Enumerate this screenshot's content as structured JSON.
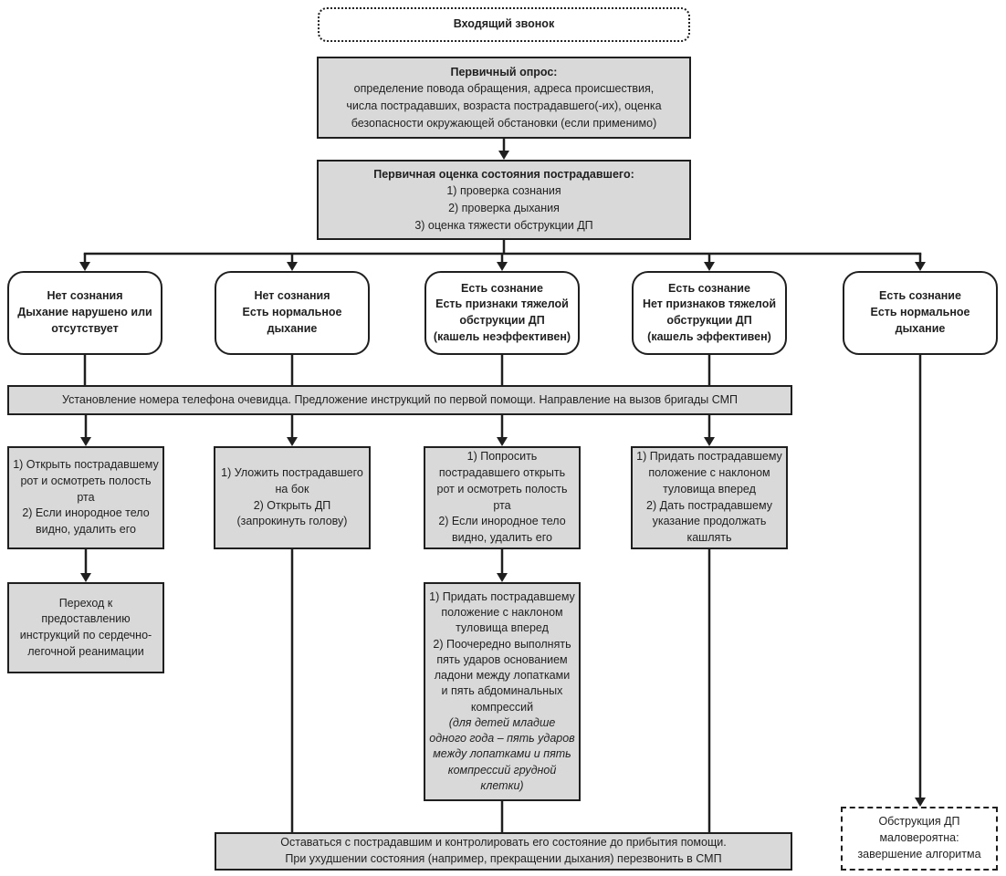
{
  "colors": {
    "box_fill": "#d9d9d9",
    "box_border": "#1f1f1f",
    "line": "#1f1f1f",
    "background": "#ffffff",
    "text": "#1f1f1f"
  },
  "nodes": {
    "start": {
      "label": "Входящий звонок"
    },
    "survey": {
      "title": "Первичный опрос:",
      "body": "определение повода обращения, адреса происшествия,\nчисла пострадавших, возраста пострадавшего(-их), оценка\nбезопасности окружающей обстановки (если применимо)"
    },
    "assessment": {
      "title": "Первичная оценка состояния пострадавшего:",
      "items": [
        "1) проверка сознания",
        "2) проверка дыхания",
        "3) оценка тяжести обструкции ДП"
      ]
    },
    "branch1": {
      "label": "Нет сознания\nДыхание нарушено или\nотсутствует"
    },
    "branch2": {
      "label": "Нет сознания\nЕсть нормальное\nдыхание"
    },
    "branch3": {
      "label": "Есть сознание\nЕсть признаки тяжелой\nобструкции ДП\n(кашель неэффективен)"
    },
    "branch4": {
      "label": "Есть сознание\nНет признаков тяжелой\nобструкции ДП\n(кашель эффективен)"
    },
    "branch5": {
      "label": "Есть сознание\nЕсть нормальное\nдыхание"
    },
    "dispatch_bar": {
      "label": "Установление номера телефона очевидца. Предложение инструкций по первой помощи. Направление на вызов бригады СМП"
    },
    "action1": {
      "label": "1) Открыть пострадавшему\nрот и осмотреть полость\nрта\n2) Если инородное тело\nвидно, удалить его"
    },
    "action2": {
      "label": "1) Уложить пострадавшего\nна бок\n2) Открыть ДП\n(запрокинуть голову)"
    },
    "action3": {
      "label": "1) Попросить\nпострадавшего открыть\nрот и осмотреть полость\nрта\n2) Если инородное тело\nвидно, удалить его"
    },
    "action4": {
      "label": "1) Придать пострадавшему\nположение с наклоном\nтуловища вперед\n2) Дать пострадавшему\nуказание продолжать\nкашлять"
    },
    "cpr": {
      "label": "Переход к\nпредоставлению\nинструкций по сердечно-\nлегочной реанимации"
    },
    "maneuvers": {
      "steps": "1) Придать пострадавшему\nположение с наклоном\nтуловища вперед\n2) Поочередно выполнять\nпять ударов основанием\nладони между лопатками\nи пять абдоминальных\nкомпрессий",
      "note": "(для детей младше\nодного года – пять ударов\nмежду лопатками и пять\nкомпрессий грудной\nклетки)"
    },
    "monitor_bar": {
      "label": "Оставаться с пострадавшим и контролировать его состояние до прибытия помощи.\nПри ухудшении состояния (например, прекращении дыхания) перезвонить в СМП"
    },
    "end": {
      "label": "Обструкция ДП\nмаловероятна:\nзавершение алгоритма"
    }
  }
}
